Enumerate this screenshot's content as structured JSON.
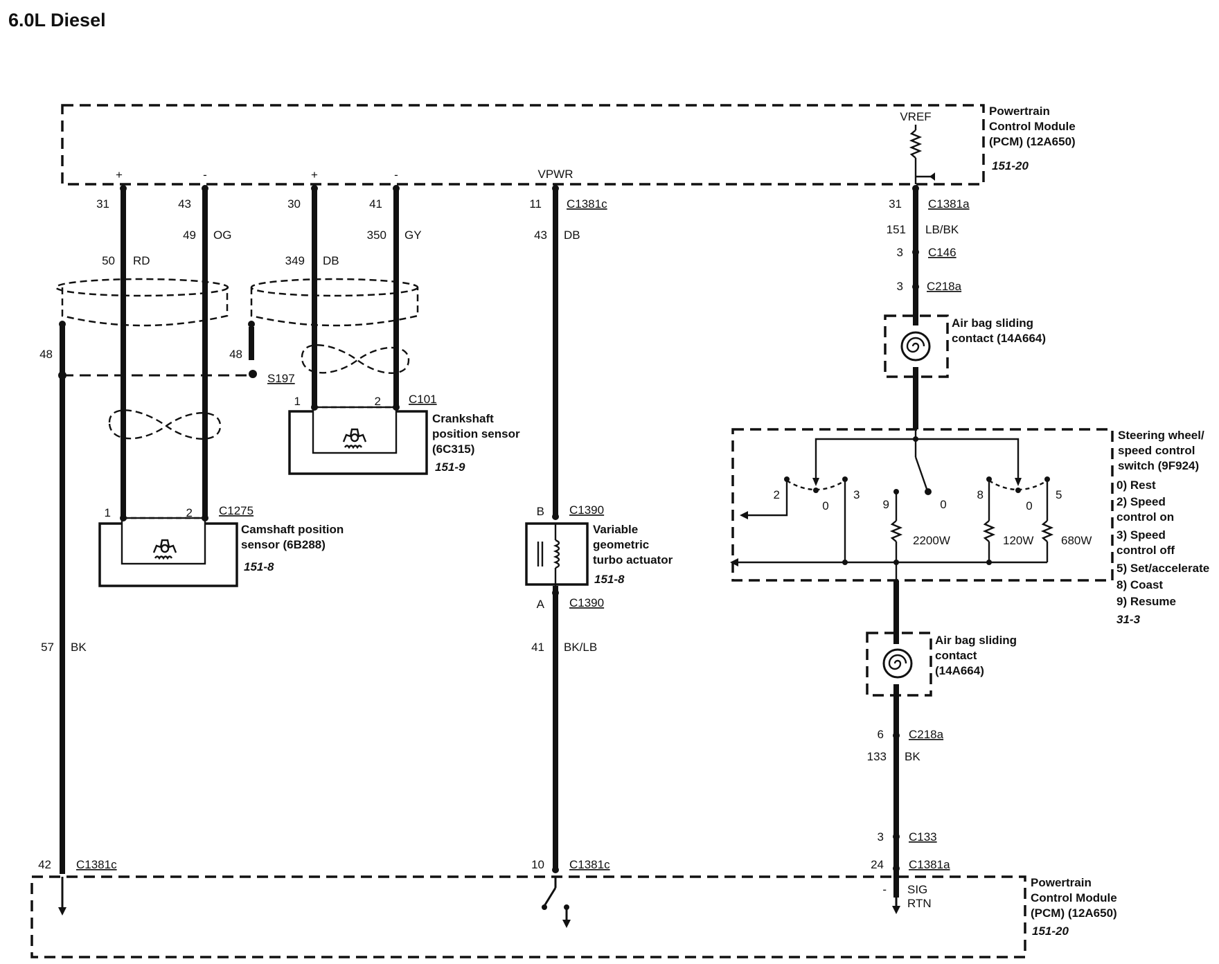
{
  "title": "6.0L Diesel",
  "pcm": {
    "name": "Powertrain Control Module (PCM) (12A650)",
    "ref": "151-20",
    "vref": "VREF",
    "vpwr": "VPWR",
    "sig_rtn": "SIG RTN"
  },
  "wires": {
    "cmp_pos": {
      "pin": "31",
      "circuit": "50",
      "color": "RD"
    },
    "cmp_neg": {
      "pin": "43",
      "circuit": "49",
      "color": "OG"
    },
    "ckp_pos": {
      "pin": "30",
      "circuit": "349",
      "color": "DB"
    },
    "ckp_neg": {
      "pin": "41",
      "circuit": "350",
      "color": "GY"
    },
    "vgt_pwr": {
      "pin": "11",
      "connector": "C1381c",
      "circuit": "43",
      "color": "DB"
    },
    "vgt_ret": {
      "pin": "10",
      "connector": "C1381c",
      "circuit": "41",
      "color": "BK/LB"
    },
    "shield": {
      "circuit": "48",
      "splice": "S197",
      "ground_circuit": "57",
      "ground_color": "BK",
      "pcm_pin": "42",
      "pcm_connector": "C1381c"
    },
    "sw_in": {
      "pin": "31",
      "connector": "C1381a",
      "circuit": "151",
      "color": "LB/BK",
      "c146_pin": "3",
      "c146": "C146",
      "c218_pin": "3",
      "c218": "C218a"
    },
    "sw_out": {
      "c218_pin": "6",
      "c218": "C218a",
      "circuit": "133",
      "color": "BK",
      "c133_pin": "3",
      "c133": "C133",
      "pcm_pin": "24",
      "pcm_connector": "C1381a"
    }
  },
  "camshaft_sensor": {
    "name": "Camshaft position sensor (6B288)",
    "ref": "151-8",
    "connector": "C1275",
    "pin1": "1",
    "pin2": "2"
  },
  "crankshaft_sensor": {
    "name": "Crankshaft position sensor (6C315)",
    "ref": "151-9",
    "connector": "C101",
    "pin1": "1",
    "pin2": "2"
  },
  "vgt_actuator": {
    "name": "Variable geometric turbo actuator",
    "ref": "151-8",
    "connector": "C1390",
    "pin_b": "B",
    "pin_a": "A"
  },
  "airbag_contact": {
    "name": "Air bag sliding contact (14A664)"
  },
  "steering_switch": {
    "name": "Steering wheel/ speed control switch (9F924)",
    "ref": "31-3",
    "legend": [
      "0) Rest",
      "2) Speed control on",
      "3) Speed control off",
      "5) Set/accelerate",
      "8) Coast",
      "9) Resume"
    ],
    "positions": [
      "2",
      "0",
      "3",
      "9",
      "0",
      "8",
      "0",
      "5"
    ],
    "resistors": [
      "2200W",
      "120W",
      "680W"
    ]
  },
  "polarity": {
    "plus": "+",
    "minus": "-"
  }
}
